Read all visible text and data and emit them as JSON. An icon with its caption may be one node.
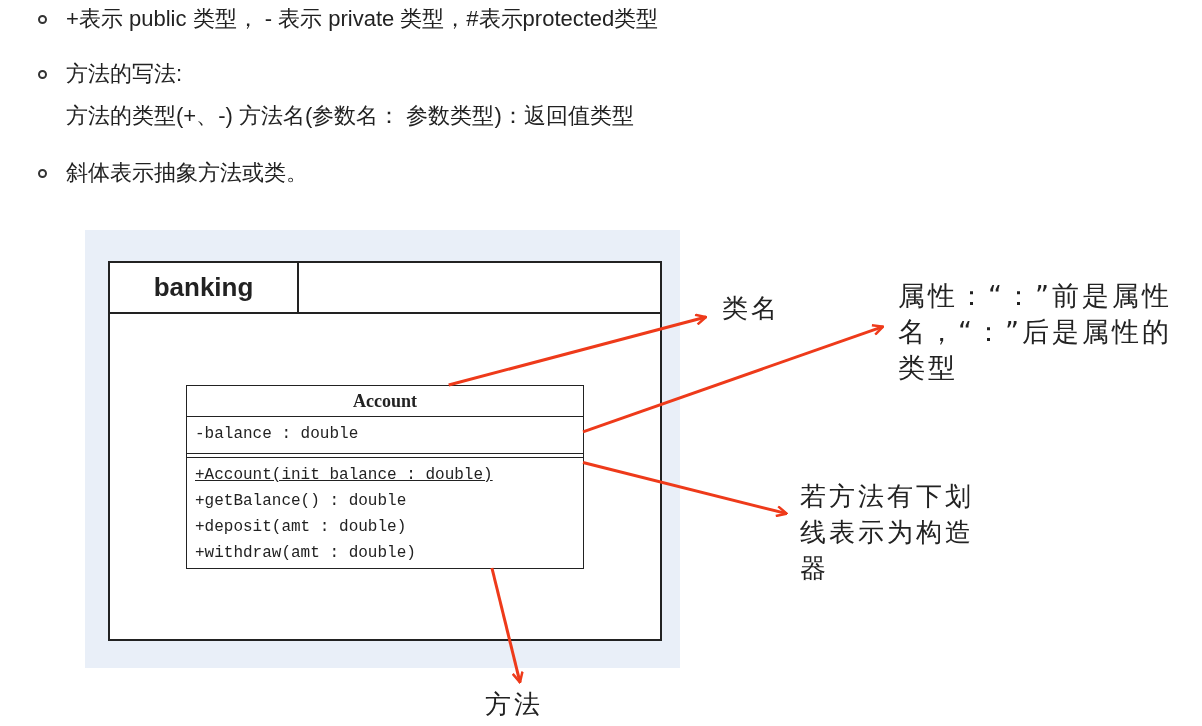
{
  "diagram": {
    "nodes": [
      {
        "text": [
          "banking"
        ]
      },
      {
        "text": [
          "Account"
        ],
        "in": 0
      },
      {
        "text": [
          "-balance : double"
        ],
        "in": 1
      },
      {
        "text": [
          "+Account(init_balance : double)",
          "+getBalance() : double",
          "+deposit(amt : double)",
          "+withdraw(amt : double)"
        ],
        "in": 1
      },
      {
        "text": [
          "类名"
        ]
      },
      {
        "text": [
          "属性：“：”前是属性名，“：”后是属性的类型"
        ]
      },
      {
        "text": [
          "若方法有下划线表示为构造器"
        ]
      },
      {
        "text": [
          "方法"
        ]
      }
    ],
    "edges": [
      {
        "from": 1,
        "to": 4,
        "arrow": "to"
      },
      {
        "from": 2,
        "to": 5,
        "arrow": "to"
      },
      {
        "from": 3,
        "to": 6,
        "arrow": "to"
      },
      {
        "from": 3,
        "to": 7,
        "arrow": "to"
      }
    ],
    "labels": [
      "+表示 public 类型， - 表示 private 类型，#表示protected类型",
      "方法的写法:",
      "方法的类型(+、-) 方法名(参数名： 参数类型)：返回值类型",
      "斜体表示抽象方法或类。"
    ]
  }
}
